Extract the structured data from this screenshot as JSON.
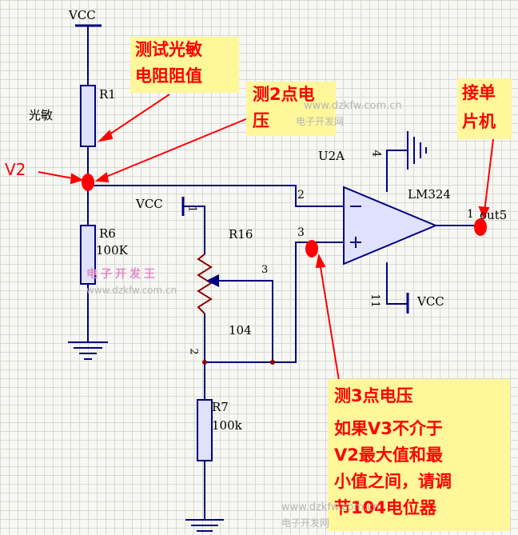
{
  "power": {
    "vcc_top": "VCC",
    "vcc_r16": "VCC",
    "vcc_u2a": "VCC"
  },
  "components": {
    "r1": {
      "ref": "R1",
      "label": "光敏"
    },
    "r6": {
      "ref": "R6",
      "value": "100K"
    },
    "r16": {
      "ref": "R16",
      "value": "104",
      "pin1": "1",
      "pin2": "2",
      "pin3": "3"
    },
    "r7": {
      "ref": "R7",
      "value": "100k"
    },
    "u2a": {
      "ref": "U2A",
      "part": "LM324",
      "pin2": "2",
      "pin3": "3",
      "pin4": "4",
      "pin11": "11",
      "pin1": "1",
      "out": "out5"
    }
  },
  "node_label_v2": "V2",
  "annotations": {
    "measure_r1": [
      "测试光敏",
      "电阻阻值"
    ],
    "measure_point2": [
      "测2点电",
      "压"
    ],
    "connect_mcu": [
      "接单",
      "片机"
    ],
    "measure_point3": {
      "title": "测3点电压",
      "lines": [
        "如果V3不介于",
        "V2最大值和最",
        "小值之间，请调",
        "节104电位器"
      ]
    }
  },
  "watermarks": {
    "url": "www.dzkfw.com.cn",
    "site": "电子开发网",
    "logo": "电子开发王"
  },
  "colors": {
    "wire": "#000080",
    "marker": "#ff0000",
    "body": "#e0e0ff",
    "note_bg": "#fff79a",
    "note_text": "#ff0000"
  }
}
